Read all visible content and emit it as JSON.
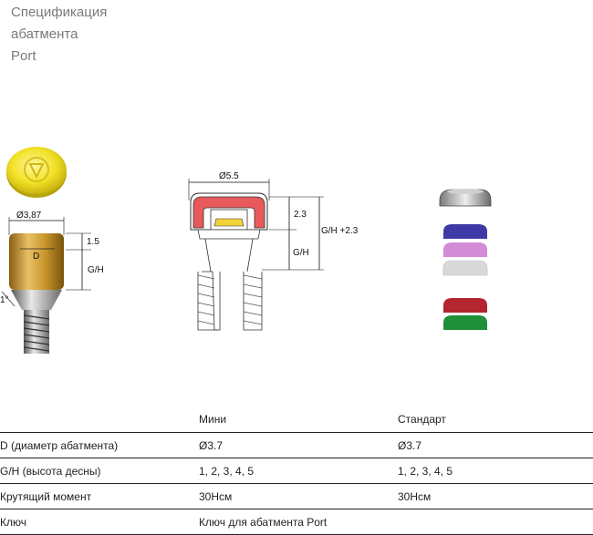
{
  "title": {
    "line1": "Спецификация",
    "line2": "абатмента",
    "line3": "Port"
  },
  "drawing_left": {
    "diameter": "Ø3,87",
    "d": "D",
    "h1": "1.5",
    "gh": "G/H",
    "angle": "1°"
  },
  "drawing_center": {
    "diameter": "Ø5.5",
    "h": "2.3",
    "gh": "G/H",
    "gh_total": "G/H +2.3"
  },
  "colors": {
    "cap_yellow": "#f2e126",
    "gold": "#c9972c",
    "insert_red": "#e85a5a",
    "cap_blue": "#3d3aa8",
    "cap_pink": "#d38bd6",
    "cap_white": "#d9d9d9",
    "cap_red": "#b3262f",
    "cap_green": "#1f8f3a",
    "cap_metal": "#9a9a9a"
  },
  "table": {
    "headers": [
      "",
      "Мини",
      "Стандарт"
    ],
    "rows": [
      [
        "D (диаметр абатмента)",
        "Ø3.7",
        "Ø3.7"
      ],
      [
        "G/H (высота десны)",
        "1, 2, 3, 4, 5",
        "1, 2, 3, 4, 5"
      ],
      [
        "Крутящий момент",
        "30Нсм",
        "30Нсм"
      ],
      [
        "Ключ",
        "Ключ для абатмента Port",
        ""
      ]
    ]
  }
}
